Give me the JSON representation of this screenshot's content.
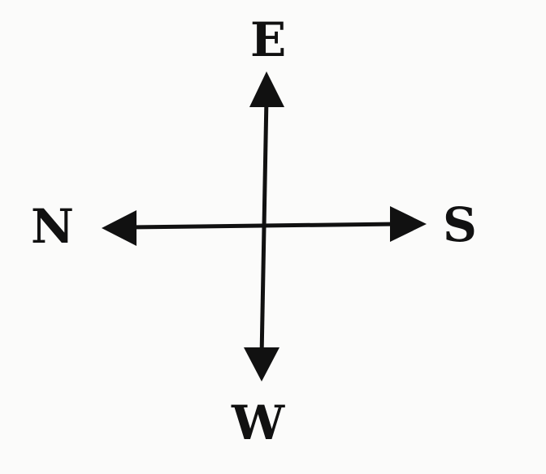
{
  "labels": {
    "top": "E",
    "left": "N",
    "right": "S",
    "bottom": "W"
  },
  "colors": {
    "ink": "#111111",
    "background": "#fbfbfa"
  }
}
